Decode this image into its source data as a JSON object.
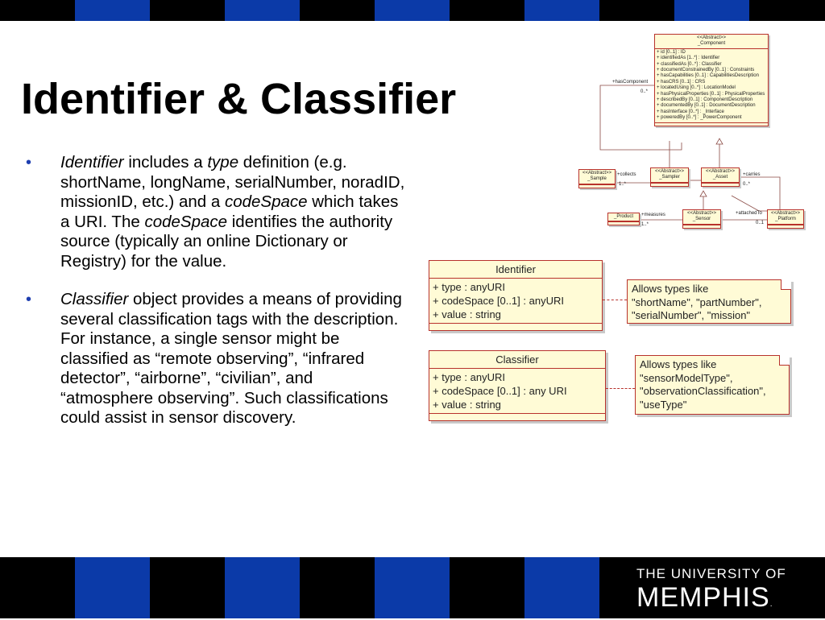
{
  "slide": {
    "title": "Identifier & Classifier"
  },
  "bullets": [
    {
      "parts": [
        {
          "text": "Identifier",
          "italic": true
        },
        {
          "text": " includes a ",
          "italic": false
        },
        {
          "text": "type",
          "italic": true
        },
        {
          "text": " definition (e.g. shortName, longName, serialNumber, noradID, missionID, etc.) and a ",
          "italic": false
        },
        {
          "text": "codeSpace",
          "italic": true
        },
        {
          "text": " which takes a URI. The ",
          "italic": false
        },
        {
          "text": "codeSpace",
          "italic": true
        },
        {
          "text": " identifies the authority source (typically an online Dictionary or Registry) for the value.",
          "italic": false
        }
      ]
    },
    {
      "parts": [
        {
          "text": "Classifier",
          "italic": true
        },
        {
          "text": " object provides a means of providing several classification tags with the description. For instance, a single sensor might be classified as “remote observing”, “infrared detector”, “airborne”, “civilian”, and “atmosphere observing”. Such classifications could assist in sensor discovery.",
          "italic": false
        }
      ]
    }
  ],
  "uml": {
    "identifier": {
      "name": "Identifier",
      "attrs": [
        "+ type : anyURI",
        "+ codeSpace [0..1] : anyURI",
        "+ value : string"
      ],
      "note": [
        "Allows types like",
        "\"shortName\", \"partNumber\",",
        "\"serialNumber\", \"mission\""
      ]
    },
    "classifier": {
      "name": "Classifier",
      "attrs": [
        "+ type : anyURI",
        "+ codeSpace [0..1] : any URI",
        "+ value : string"
      ],
      "note": [
        "Allows types like",
        "\"sensorModelType\",",
        "\"observationClassification\",",
        "\"useType\""
      ]
    }
  },
  "mini_diagram": {
    "component": {
      "stereo": "<<Abstract>>",
      "name": "_Component",
      "attrs": [
        "+ id [0..1] : ID",
        "+ identifiedAs [1..*] : Identifier",
        "+ classifiedAs [0..*] : Classifier",
        "+ documentConstrainedBy [0..1] : Constraints",
        "+ hasCapabilities [0..1] : CapabilitiesDescription",
        "+ hasCRS [0..1] : CRS",
        "+ locatedUsing [0..*] : LocationModel",
        "+ hasPhysicalProperties [0..1] : PhysicalProperties",
        "+ describedBy [0..1] : ComponentDescription",
        "+ documentedBy [0..1] : DocumentDescription",
        "+ hasInterface [0..*] : _Interface",
        "+ poweredBy [0..*] : _PowerComponent"
      ]
    },
    "boxes": {
      "sample": {
        "stereo": "<<Abstract>>",
        "name": "_Sample"
      },
      "sampler": {
        "stereo": "<<Abstract>>",
        "name": "_Sampler"
      },
      "asset": {
        "stereo": "<<Abstract>>",
        "name": "_Asset"
      },
      "product": {
        "name": "_Product"
      },
      "sensor": {
        "stereo": "<<Abstract>>",
        "name": "_Sensor"
      },
      "platform": {
        "stereo": "<<Abstract>>",
        "name": "_Platform"
      }
    },
    "labels": {
      "has_component": "+hasComponent",
      "has_component_mult": "0..*",
      "collects": "+collects",
      "collects_mult": "1..*",
      "carries": "+carries",
      "carries_mult": "0..*",
      "measures": "+measures",
      "measures_mult": "1..*",
      "attached_to": "+attachedTo",
      "attached_to_mult": "0..1"
    }
  },
  "logo": {
    "line1": "THE UNIVERSITY OF",
    "line2": "MEMPHIS",
    "mark": "."
  },
  "colors": {
    "stripe_dark": "#000000",
    "stripe_blue": "#0b3aa8",
    "uml_fill": "#fffbd6",
    "uml_border": "#b8322c",
    "bullet": "#1f3fb0"
  }
}
